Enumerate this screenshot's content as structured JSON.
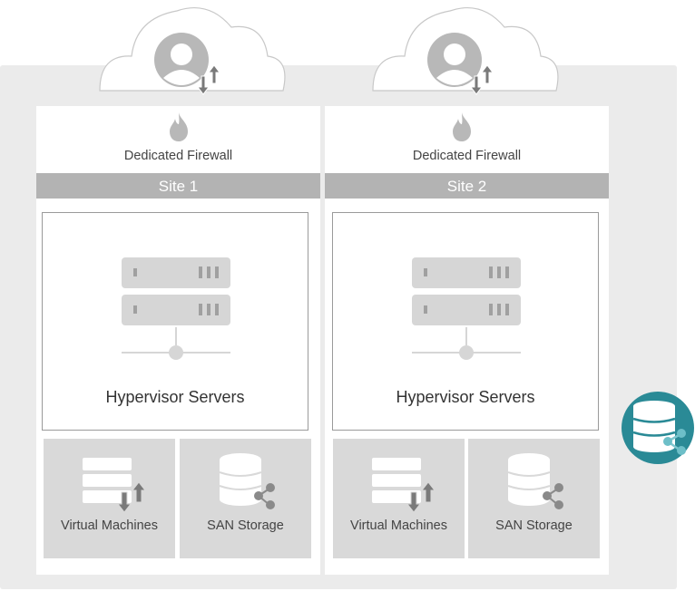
{
  "sites": [
    {
      "firewall_label": "Dedicated Firewall",
      "site_label": "Site 1",
      "hypervisor_label": "Hypervisor Servers",
      "vm_label": "Virtual Machines",
      "san_label": "SAN Storage"
    },
    {
      "firewall_label": "Dedicated Firewall",
      "site_label": "Site 2",
      "hypervisor_label": "Hypervisor Servers",
      "vm_label": "Virtual Machines",
      "san_label": "SAN Storage"
    }
  ],
  "colors": {
    "panel": "#ebebeb",
    "icon_gray": "#b8b8b8",
    "bar_gray": "#b3b3b3",
    "tile_gray": "#d9d9d9",
    "accent_teal": "#2a8a96"
  }
}
